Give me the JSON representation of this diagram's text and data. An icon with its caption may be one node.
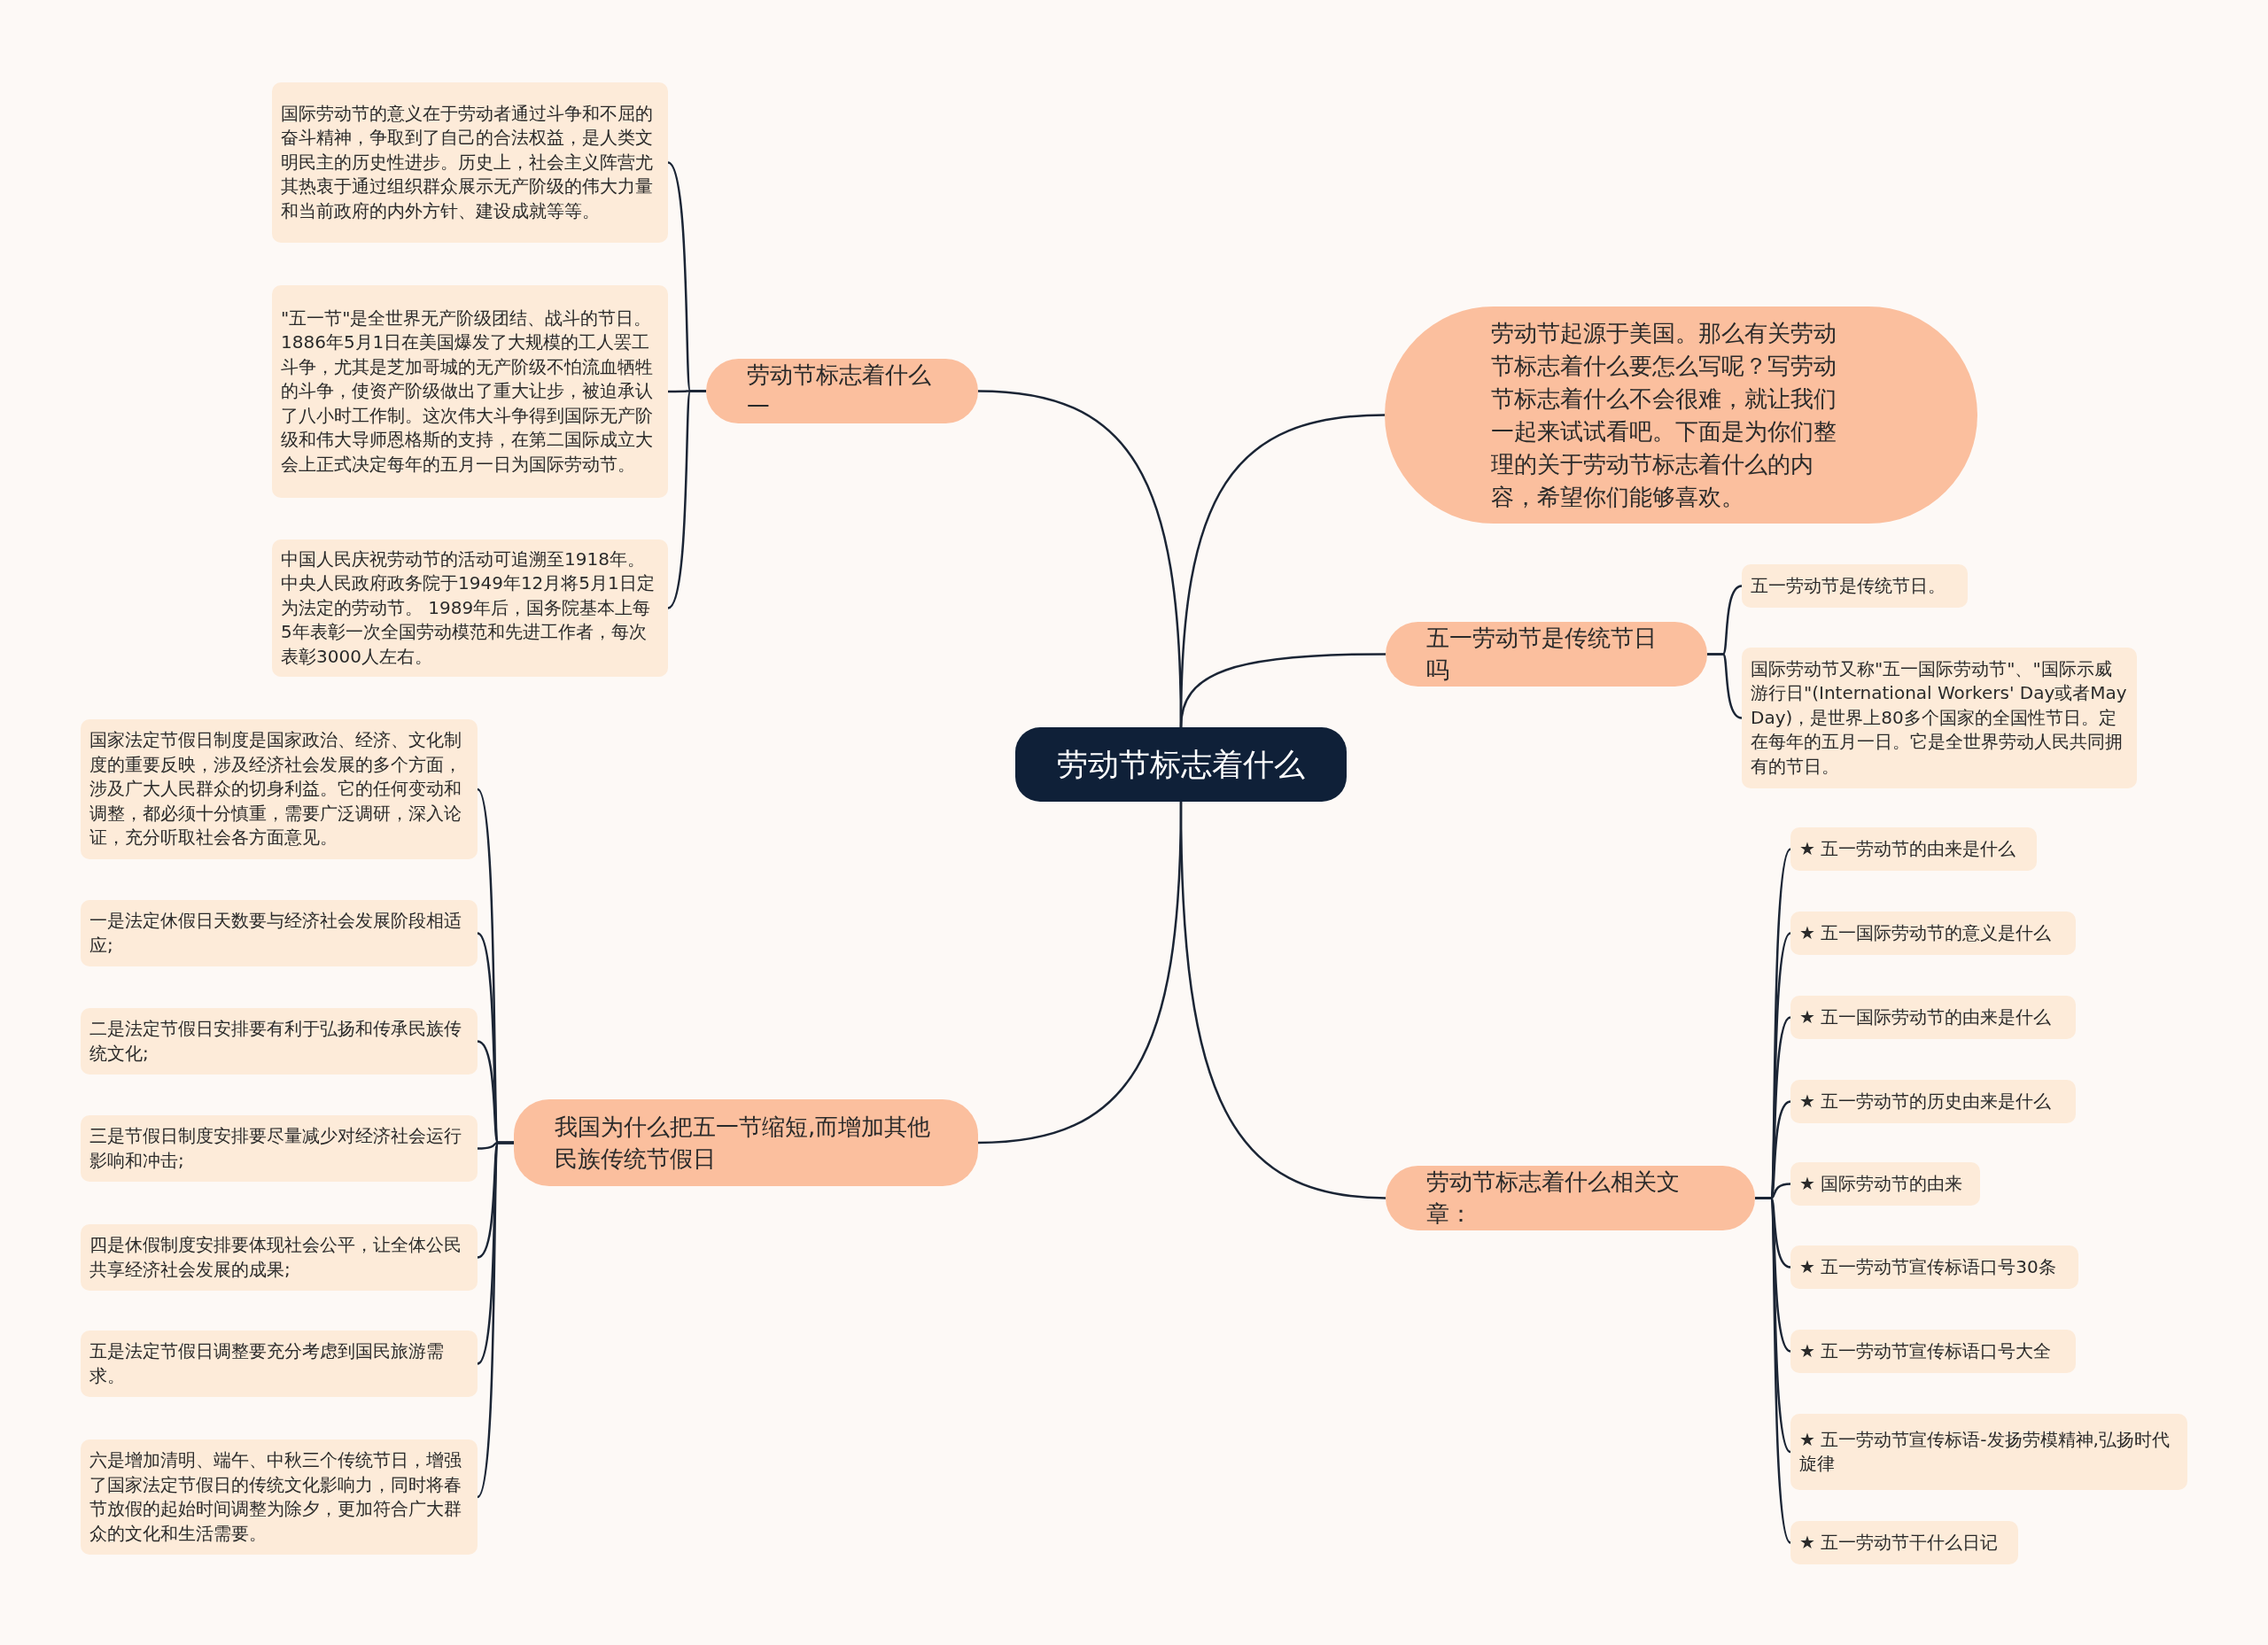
{
  "diagram": {
    "nodes": [
      {
        "text": [
          "劳动节标志着什么"
        ]
      },
      {
        "text": [
          "劳动节起源于美国。那么有关劳动节标志着什么要怎么写呢？写劳动节标志着什么不会很难，就让我们一起来试试看吧。下面是为你们整理的关于劳动节标志着什么的内容，希望你们能够喜欢。"
        ]
      },
      {
        "text": [
          "五一劳动节是传统节日吗"
        ]
      },
      {
        "text": [
          "五一劳动节是传统节日。"
        ]
      },
      {
        "text": [
          "国际劳动节又称\"五一国际劳动节\"、\"国际示威游行日\"(International Workers' Day或者May Day)，是世界上80多个国家的全国性节日。定在每年的五月一日。它是全世界劳动人民共同拥有的节日。"
        ]
      },
      {
        "text": [
          "劳动节标志着什么相关文章："
        ]
      },
      {
        "text": [
          "★ 五一劳动节的由来是什么"
        ]
      },
      {
        "text": [
          "★ 五一国际劳动节的意义是什么"
        ]
      },
      {
        "text": [
          "★ 五一国际劳动节的由来是什么"
        ]
      },
      {
        "text": [
          "★ 五一劳动节的历史由来是什么"
        ]
      },
      {
        "text": [
          "★ 国际劳动节的由来"
        ]
      },
      {
        "text": [
          "★ 五一劳动节宣传标语口号30条"
        ]
      },
      {
        "text": [
          "★ 五一劳动节宣传标语口号大全"
        ]
      },
      {
        "text": [
          "★ 五一劳动节宣传标语-发扬劳模精神,弘扬时代旋律"
        ]
      },
      {
        "text": [
          "★ 五一劳动节干什么日记"
        ]
      },
      {
        "text": [
          "劳动节标志着什么一"
        ]
      },
      {
        "text": [
          "国际劳动节的意义在于劳动者通过斗争和不屈的奋斗精神，争取到了自己的合法权益，是人类文明民主的历史性进步。历史上，社会主义阵营尤其热衷于通过组织群众展示无产阶级的伟大力量和当前政府的内外方针、建设成就等等。"
        ]
      },
      {
        "text": [
          "\"五一节\"是全世界无产阶级团结、战斗的节日。1886年5月1日在美国爆发了大规模的工人罢工斗争，尤其是芝加哥城的无产阶级不怕流血牺牲的斗争，使资产阶级做出了重大让步，被迫承认了八小时工作制。这次伟大斗争得到国际无产阶级和伟大导师恩格斯的支持，在第二国际成立大会上正式决定每年的五月一日为国际劳动节。"
        ]
      },
      {
        "text": [
          "中国人民庆祝劳动节的活动可追溯至1918年。中央人民政府政务院于1949年12月将5月1日定为法定的劳动节。 1989年后，国务院基本上每5年表彰一次全国劳动模范和先进工作者，每次表彰3000人左右。"
        ]
      },
      {
        "text": [
          "我国为什么把五一节缩短,而增加其他民族传统节假日"
        ]
      },
      {
        "text": [
          "国家法定节假日制度是国家政治、经济、文化制度的重要反映，涉及经济社会发展的多个方面，涉及广大人民群众的切身利益。它的任何变动和调整，都必须十分慎重，需要广泛调研，深入论证，充分听取社会各方面意见。"
        ]
      },
      {
        "text": [
          "一是法定休假日天数要与经济社会发展阶段相适应;"
        ]
      },
      {
        "text": [
          "二是法定节假日安排要有利于弘扬和传承民族传统文化;"
        ]
      },
      {
        "text": [
          "三是节假日制度安排要尽量减少对经济社会运行影响和冲击;"
        ]
      },
      {
        "text": [
          "四是休假制度安排要体现社会公平，让全体公民共享经济社会发展的成果;"
        ]
      },
      {
        "text": [
          "五是法定节假日调整要充分考虑到国民旅游需求。"
        ]
      },
      {
        "text": [
          "六是增加清明、端午、中秋三个传统节日，增强了国家法定节假日的传统文化影响力，同时将春节放假的起始时间调整为除夕，更加符合广大群众的文化和生活需要。"
        ]
      }
    ],
    "edges": [
      {
        "from": 0,
        "to": 1,
        "arrow": "none"
      },
      {
        "from": 0,
        "to": 2,
        "arrow": "none"
      },
      {
        "from": 2,
        "to": 3,
        "arrow": "none"
      },
      {
        "from": 2,
        "to": 4,
        "arrow": "none"
      },
      {
        "from": 0,
        "to": 5,
        "arrow": "none"
      },
      {
        "from": 5,
        "to": 6,
        "arrow": "none"
      },
      {
        "from": 5,
        "to": 7,
        "arrow": "none"
      },
      {
        "from": 5,
        "to": 8,
        "arrow": "none"
      },
      {
        "from": 5,
        "to": 9,
        "arrow": "none"
      },
      {
        "from": 5,
        "to": 10,
        "arrow": "none"
      },
      {
        "from": 5,
        "to": 11,
        "arrow": "none"
      },
      {
        "from": 5,
        "to": 12,
        "arrow": "none"
      },
      {
        "from": 5,
        "to": 13,
        "arrow": "none"
      },
      {
        "from": 5,
        "to": 14,
        "arrow": "none"
      },
      {
        "from": 0,
        "to": 15,
        "arrow": "none"
      },
      {
        "from": 15,
        "to": 16,
        "arrow": "none"
      },
      {
        "from": 15,
        "to": 17,
        "arrow": "none"
      },
      {
        "from": 15,
        "to": 18,
        "arrow": "none"
      },
      {
        "from": 0,
        "to": 19,
        "arrow": "none"
      },
      {
        "from": 19,
        "to": 20,
        "arrow": "none"
      },
      {
        "from": 19,
        "to": 21,
        "arrow": "none"
      },
      {
        "from": 19,
        "to": 22,
        "arrow": "none"
      },
      {
        "from": 19,
        "to": 23,
        "arrow": "none"
      },
      {
        "from": 19,
        "to": 24,
        "arrow": "none"
      },
      {
        "from": 19,
        "to": 25,
        "arrow": "none"
      },
      {
        "from": 19,
        "to": 26,
        "arrow": "none"
      }
    ]
  }
}
